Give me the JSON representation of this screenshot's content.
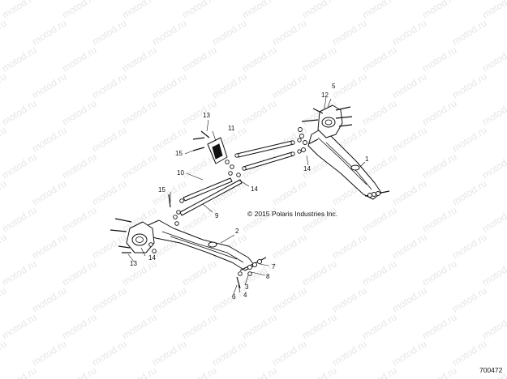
{
  "watermark_text": "motod.ru",
  "copyright": "© 2015 Polaris Industries Inc.",
  "reference_number": "700472",
  "callouts": {
    "c1": "1",
    "c2": "2",
    "c3": "3",
    "c4": "4",
    "c5": "5",
    "c6": "6",
    "c7": "7",
    "c8": "8",
    "c9": "9",
    "c10": "10",
    "c11": "11",
    "c12": "12",
    "c13_upper": "13",
    "c13_lower": "13",
    "c14_right": "14",
    "c14_center": "14",
    "c14_left": "14",
    "c15_upper": "15",
    "c15_mid": "15"
  }
}
